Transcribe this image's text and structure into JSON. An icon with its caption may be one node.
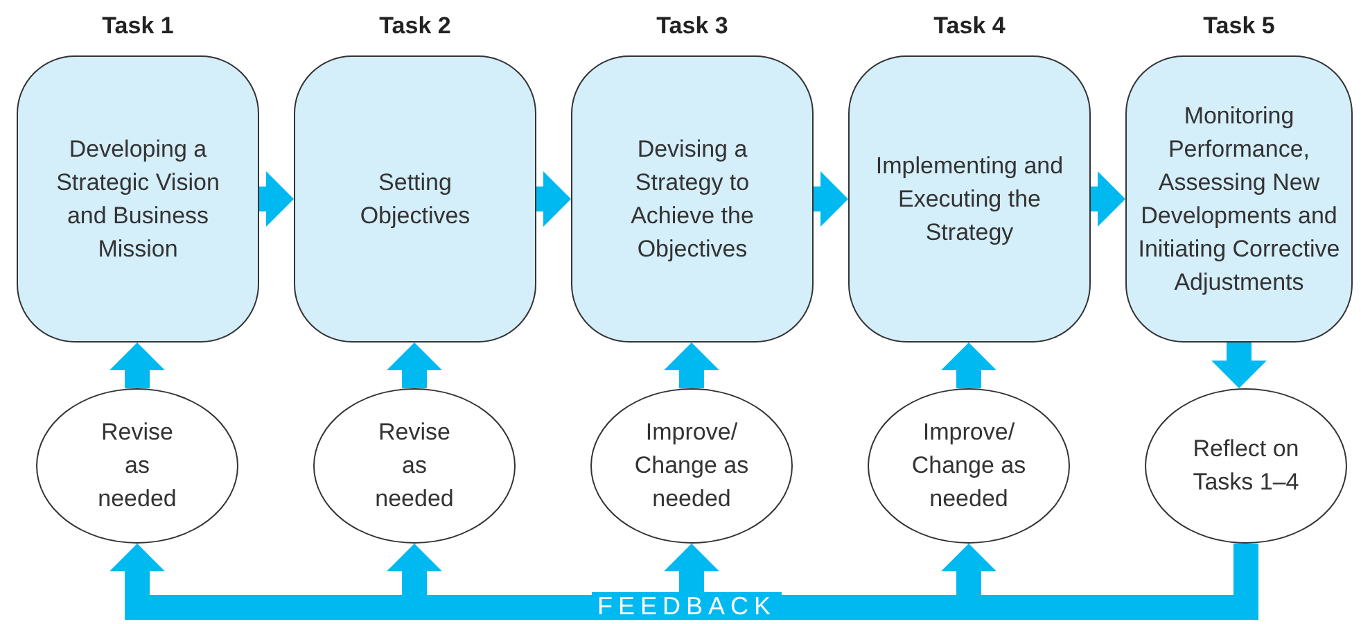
{
  "diagram": {
    "nodes": [
      {
        "text": [
          "Task 1",
          "Developing a Strategic Vision and Business Mission"
        ]
      },
      {
        "text": [
          "Task 2",
          "Setting Objectives"
        ]
      },
      {
        "text": [
          "Task 3",
          "Devising a Strategy to Achieve the Objectives"
        ]
      },
      {
        "text": [
          "Task 4",
          "Implementing and Executing the Strategy"
        ]
      },
      {
        "text": [
          "Task 5",
          "Monitoring Performance, Assessing New Developments and Initiating Corrective Adjustments"
        ]
      },
      {
        "text": [
          "Revise as needed"
        ]
      },
      {
        "text": [
          "Revise as needed"
        ]
      },
      {
        "text": [
          "Improve/ Change as needed"
        ]
      },
      {
        "text": [
          "Improve/ Change as needed"
        ]
      },
      {
        "text": [
          "Reflect on Tasks 1–4"
        ]
      }
    ],
    "edges": [
      {
        "from": 0,
        "to": 1,
        "arrow": "to"
      },
      {
        "from": 1,
        "to": 2,
        "arrow": "to"
      },
      {
        "from": 2,
        "to": 3,
        "arrow": "to"
      },
      {
        "from": 3,
        "to": 4,
        "arrow": "to"
      },
      {
        "from": 5,
        "to": 0,
        "arrow": "to"
      },
      {
        "from": 6,
        "to": 1,
        "arrow": "to"
      },
      {
        "from": 7,
        "to": 2,
        "arrow": "to"
      },
      {
        "from": 8,
        "to": 3,
        "arrow": "to"
      },
      {
        "from": 4,
        "to": 9,
        "arrow": "to"
      },
      {
        "from": 9,
        "to": 5,
        "arrow": "to"
      },
      {
        "from": 9,
        "to": 6,
        "arrow": "to"
      },
      {
        "from": 9,
        "to": 7,
        "arrow": "to",
        "label": "FEEDBACK"
      },
      {
        "from": 9,
        "to": 8,
        "arrow": "to"
      }
    ]
  }
}
